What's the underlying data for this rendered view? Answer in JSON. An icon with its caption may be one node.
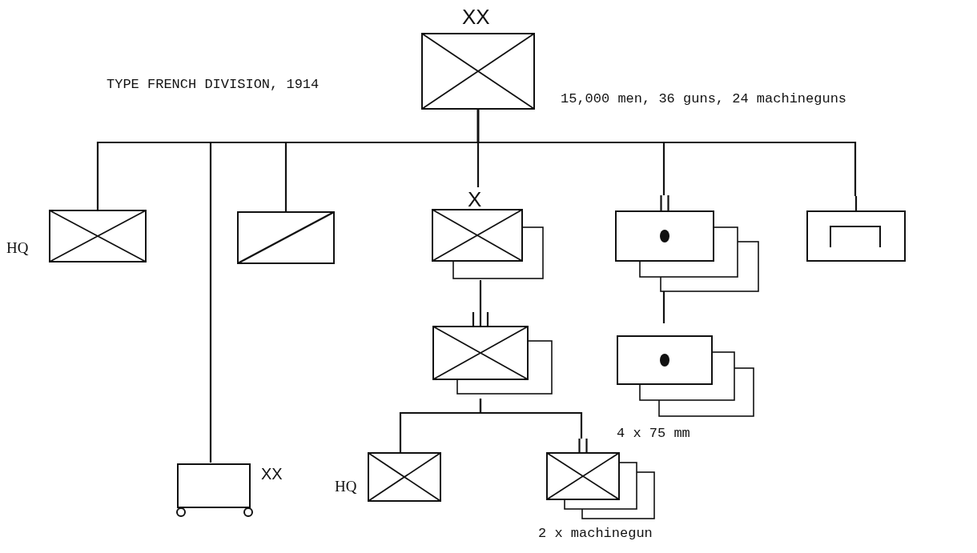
{
  "diagram": {
    "title": "TYPE FRENCH DIVISION, 1914",
    "nodes": [
      {
        "text": [
          "XX"
        ],
        "beside": [
          "15,000 men, 36 guns, 24 machineguns"
        ]
      },
      {
        "text": [
          "HQ"
        ]
      },
      {
        "text": [],
        "shape": "box"
      },
      {
        "text": [
          "X"
        ]
      },
      {
        "text": [],
        "shape": "box"
      },
      {
        "text": [],
        "shape": "box"
      },
      {
        "text": [
          "XX"
        ]
      },
      {
        "text": [],
        "shape": "box"
      },
      {
        "text": [],
        "shape": "box"
      },
      {
        "text": [
          "HQ"
        ]
      },
      {
        "text": [],
        "shape": "box",
        "beside": [
          "2 x machinegun"
        ]
      }
    ],
    "edges": [
      {
        "from": 0,
        "to": 1,
        "arrow": "none"
      },
      {
        "from": 0,
        "to": 2,
        "arrow": "none"
      },
      {
        "from": 0,
        "to": 3,
        "arrow": "none"
      },
      {
        "from": 0,
        "to": 4,
        "arrow": "none"
      },
      {
        "from": 0,
        "to": 5,
        "arrow": "none"
      },
      {
        "from": 0,
        "to": 6,
        "arrow": "none"
      },
      {
        "from": 3,
        "to": 7,
        "arrow": "none"
      },
      {
        "from": 4,
        "to": 8,
        "arrow": "none"
      },
      {
        "from": 7,
        "to": 9,
        "arrow": "none"
      },
      {
        "from": 7,
        "to": 10,
        "arrow": "none"
      }
    ],
    "labels": [
      "4 x 75 mm"
    ]
  }
}
